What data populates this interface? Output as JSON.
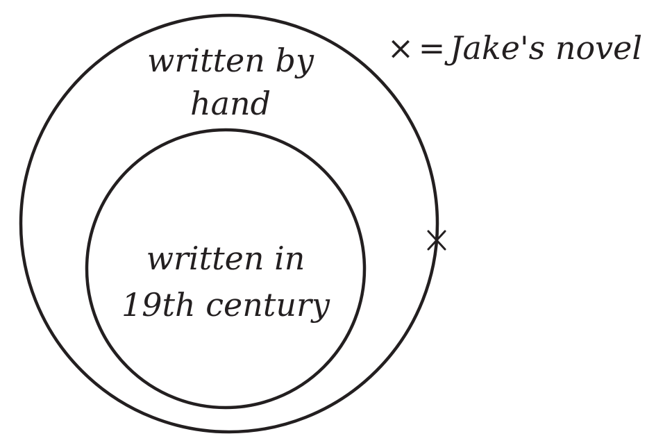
{
  "outer_set": {
    "label_lines": [
      "written by",
      "hand"
    ]
  },
  "inner_set": {
    "label_lines": [
      "written in",
      "19th century"
    ]
  },
  "legend": {
    "symbol": "×",
    "equals": "=",
    "text": "Jake's novel"
  },
  "element": {
    "name": "Jake's novel",
    "region": "on outer boundary"
  },
  "colors": {
    "ink": "#231f20",
    "background": "#ffffff"
  }
}
